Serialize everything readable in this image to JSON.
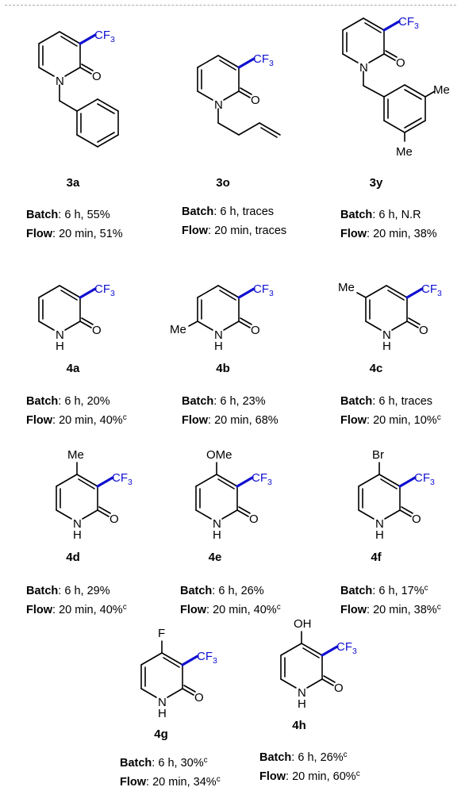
{
  "compounds": [
    {
      "id": "3a",
      "label": "3a",
      "batch": "6 h, 55%",
      "batch_sup": "",
      "flow": "20 min, 51%",
      "flow_sup": ""
    },
    {
      "id": "3o",
      "label": "3o",
      "batch": "6 h, traces",
      "batch_sup": "",
      "flow": "20 min, traces",
      "flow_sup": ""
    },
    {
      "id": "3y",
      "label": "3y",
      "batch": "6 h, N.R",
      "batch_sup": "",
      "flow": "20 min, 38%",
      "flow_sup": ""
    },
    {
      "id": "4a",
      "label": "4a",
      "batch": "6 h, 20%",
      "batch_sup": "",
      "flow": "20 min, 40%",
      "flow_sup": "c"
    },
    {
      "id": "4b",
      "label": "4b",
      "batch": "6 h, 23%",
      "batch_sup": "",
      "flow": "20 min, 68%",
      "flow_sup": ""
    },
    {
      "id": "4c",
      "label": "4c",
      "batch": "6 h, traces",
      "batch_sup": "",
      "flow": "20 min, 10%",
      "flow_sup": "c"
    },
    {
      "id": "4d",
      "label": "4d",
      "batch": "6 h, 29%",
      "batch_sup": "",
      "flow": "20 min, 40%",
      "flow_sup": "c"
    },
    {
      "id": "4e",
      "label": "4e",
      "batch": "6 h, 26%",
      "batch_sup": "",
      "flow": "20 min, 40%",
      "flow_sup": "c"
    },
    {
      "id": "4f",
      "label": "4f",
      "batch": "6 h, 17%",
      "batch_sup": "c",
      "flow": "20 min, 38%",
      "flow_sup": "c"
    },
    {
      "id": "4g",
      "label": "4g",
      "batch": "6 h, 30%",
      "batch_sup": "c",
      "flow": "20 min, 34%",
      "flow_sup": "c"
    },
    {
      "id": "4h",
      "label": "4h",
      "batch": "6 h, 26%",
      "batch_sup": "c",
      "flow": "20 min, 60%",
      "flow_sup": "c"
    }
  ],
  "terms": {
    "batch": "Batch",
    "flow": "Flow",
    "sep": ": "
  },
  "atoms": {
    "cf3": "CF",
    "cf3_sub": "3",
    "o": "O",
    "n": "N",
    "nh_h": "H",
    "me": "Me",
    "ome": "OMe",
    "br": "Br",
    "f": "F",
    "oh": "OH"
  },
  "colors": {
    "cf3": "#1010d0",
    "divider": "#a9a9a9"
  }
}
